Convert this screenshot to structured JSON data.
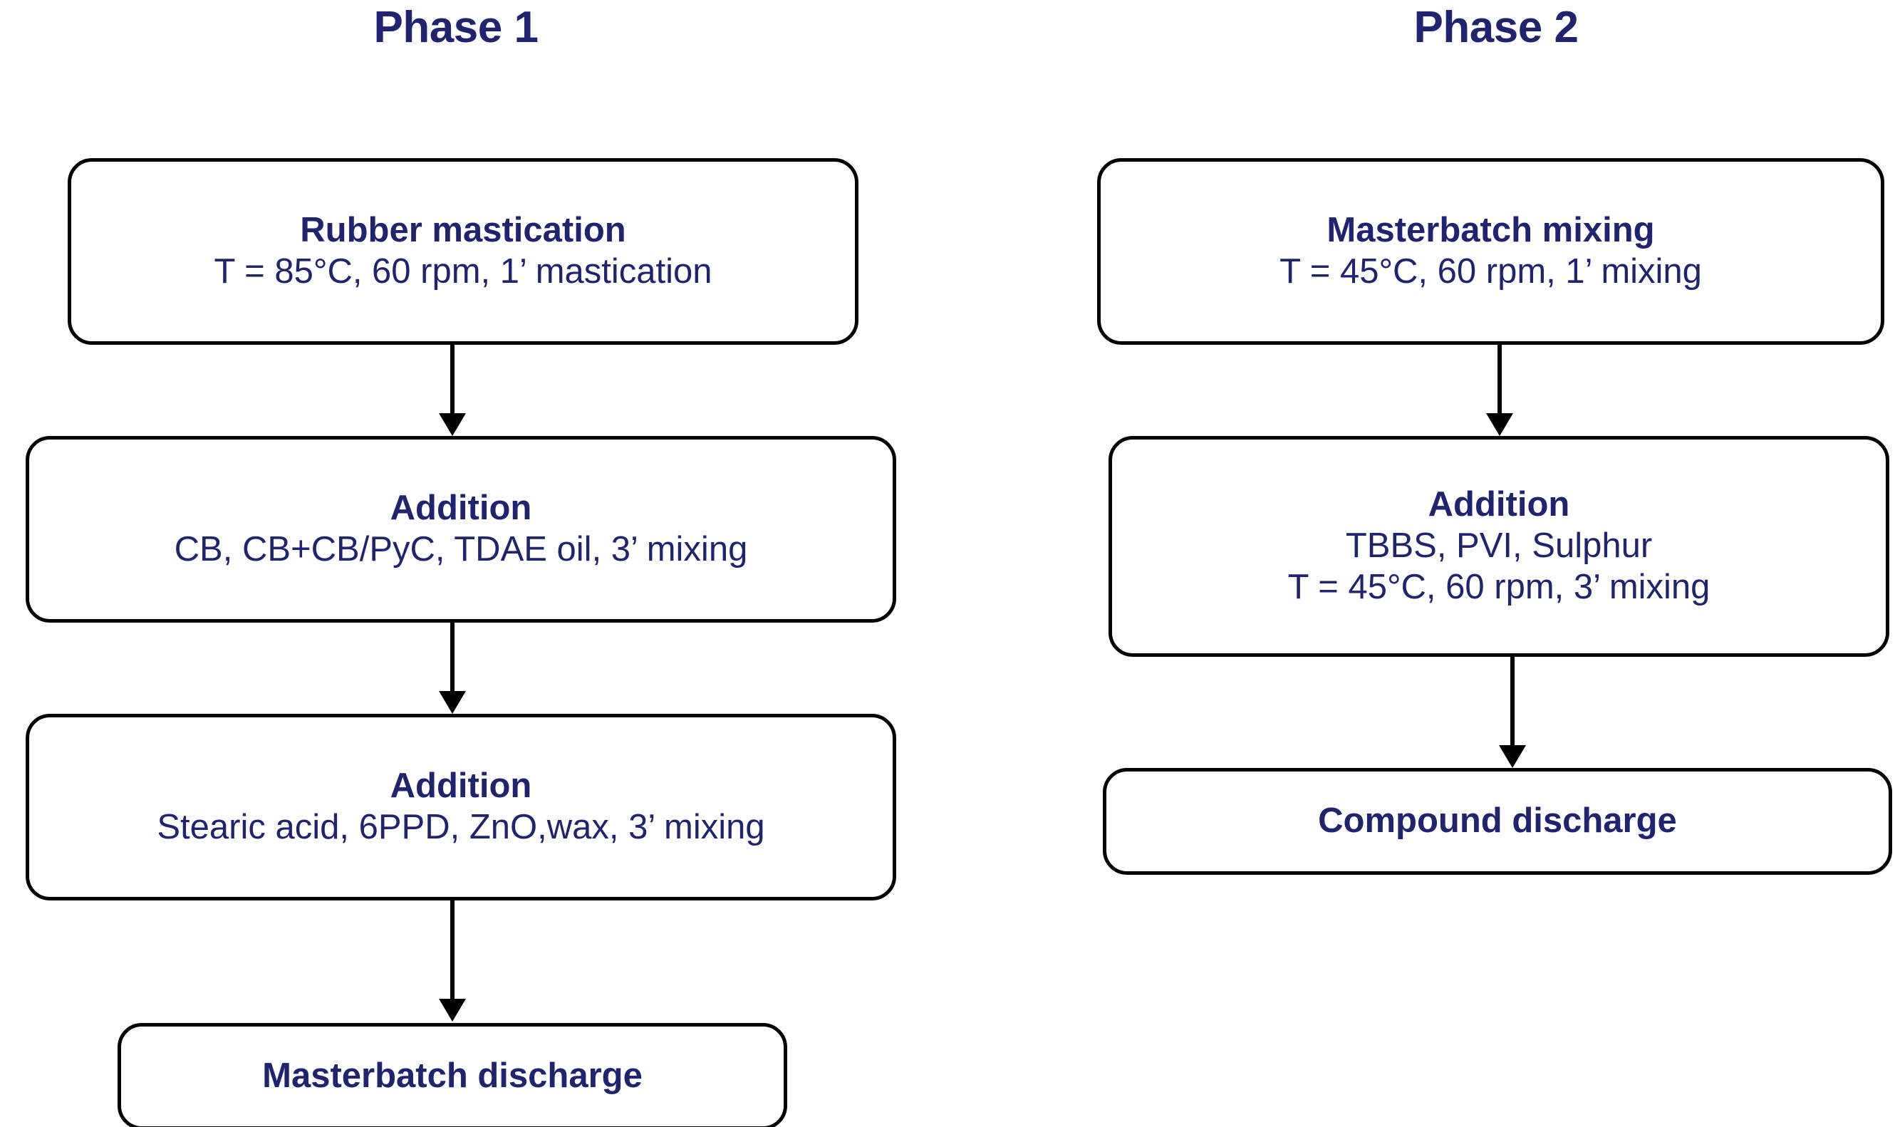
{
  "figure": {
    "type": "process-flowchart",
    "background_color": "#ffffff",
    "text_color": "#1f2370",
    "border_color": "#000000",
    "arrow_color": "#000000"
  },
  "columns": [
    {
      "id": "phase-1",
      "heading": "Phase 1",
      "nodes": [
        {
          "id": "rubber-mastication",
          "title": "Rubber mastication",
          "lines": [
            "T = 85°C, 60 rpm, 1’ mastication"
          ]
        },
        {
          "id": "addition-fillers",
          "title": "Addition",
          "lines": [
            "CB, CB+CB/PyC, TDAE oil, 3’ mixing"
          ]
        },
        {
          "id": "addition-activators",
          "title": "Addition",
          "lines": [
            "Stearic acid, 6PPD, ZnO,wax, 3’ mixing"
          ]
        },
        {
          "id": "masterbatch-discharge",
          "title": "Masterbatch discharge",
          "lines": []
        }
      ]
    },
    {
      "id": "phase-2",
      "heading": "Phase 2",
      "nodes": [
        {
          "id": "masterbatch-mixing",
          "title": "Masterbatch mixing",
          "lines": [
            "T = 45°C, 60 rpm, 1’ mixing"
          ]
        },
        {
          "id": "addition-curatives",
          "title": "Addition",
          "lines": [
            "TBBS, PVI, Sulphur",
            "T = 45°C, 60 rpm, 3’ mixing"
          ]
        },
        {
          "id": "compound-discharge",
          "title": "Compound discharge",
          "lines": []
        }
      ]
    }
  ],
  "connectors": [
    {
      "id": "p1-arrow-1",
      "from": "rubber-mastication",
      "to": "addition-fillers"
    },
    {
      "id": "p1-arrow-2",
      "from": "addition-fillers",
      "to": "addition-activators"
    },
    {
      "id": "p1-arrow-3",
      "from": "addition-activators",
      "to": "masterbatch-discharge"
    },
    {
      "id": "p2-arrow-1",
      "from": "masterbatch-mixing",
      "to": "addition-curatives"
    },
    {
      "id": "p2-arrow-2",
      "from": "addition-curatives",
      "to": "compound-discharge"
    }
  ]
}
